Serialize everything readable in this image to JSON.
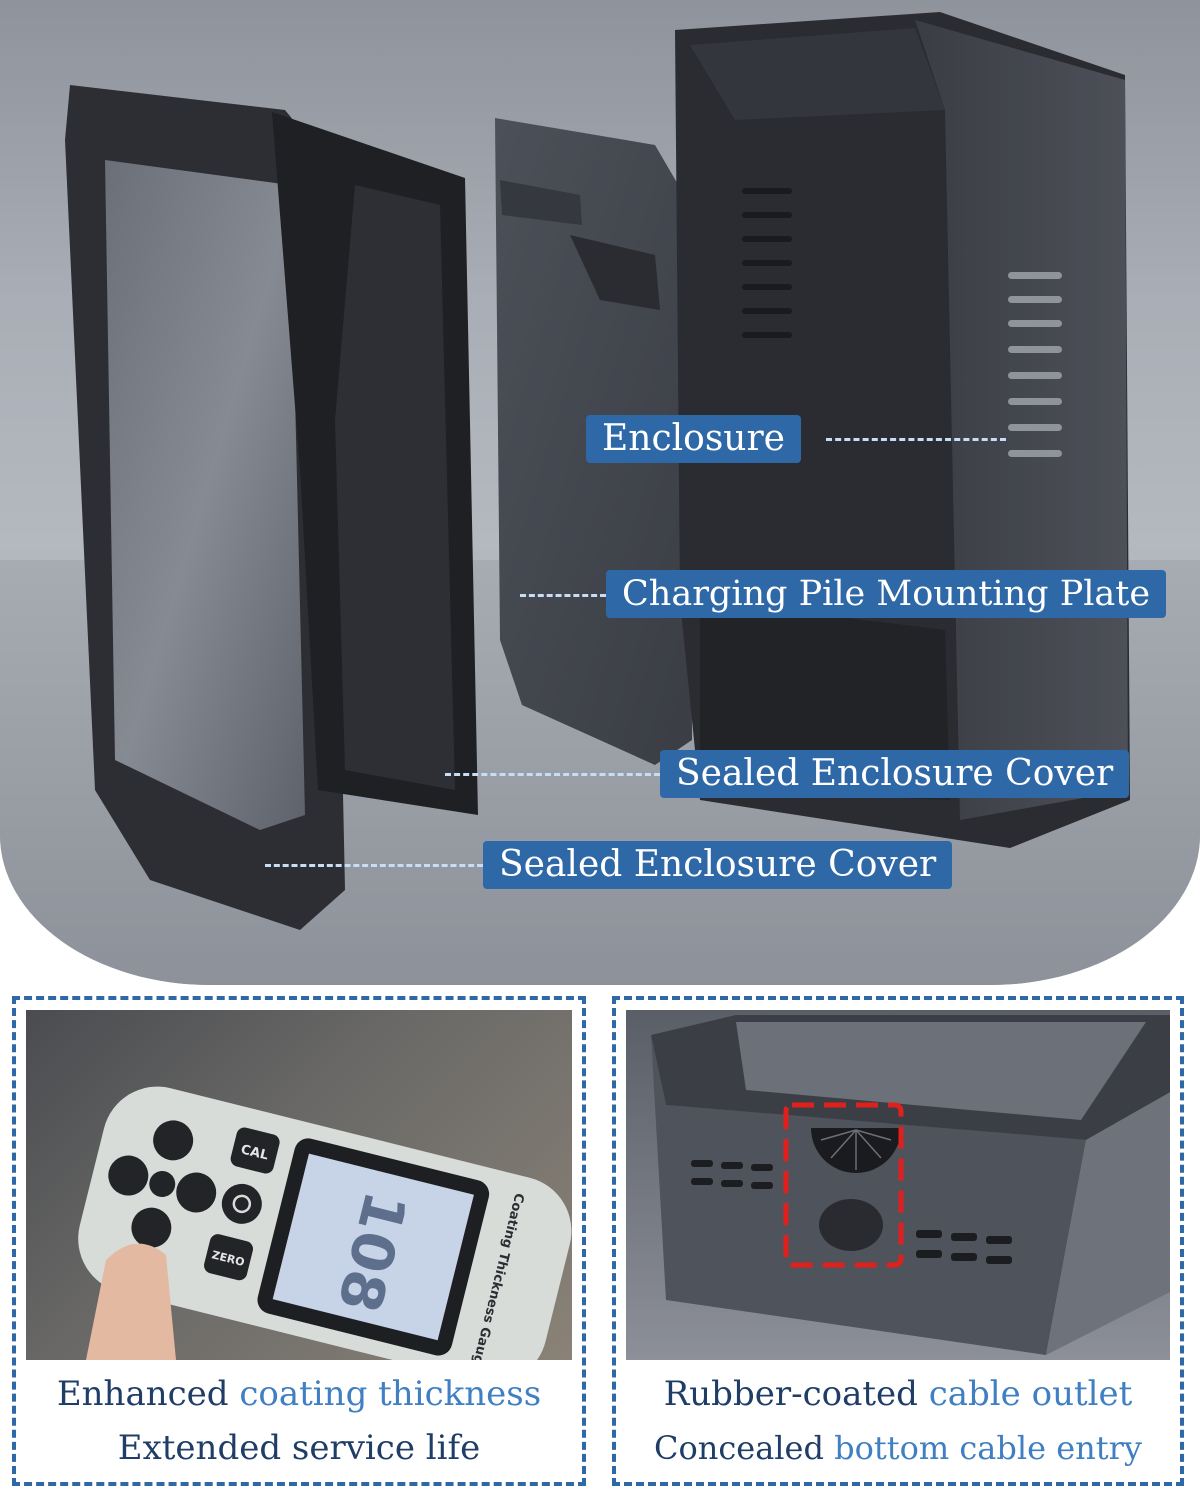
{
  "hero": {
    "labels": {
      "enclosure": "Enclosure",
      "mounting_plate": "Charging Pile Mounting Plate",
      "sealed_cover_inner": "Sealed Enclosure Cover",
      "sealed_cover_outer": "Sealed Enclosure Cover"
    }
  },
  "gauge_panel": {
    "device_buttons": [
      "CAL",
      "ZERO"
    ],
    "device_brand": "Coating Thickness Gauge",
    "device_reading": "108",
    "caption_line1_a": "Enhanced",
    "caption_line1_b": "coating thickness",
    "caption_line2": "Extended service life"
  },
  "cable_panel": {
    "caption_line1_a": "Rubber-coated",
    "caption_line1_b": "cable outlet",
    "caption_line2_a": "Concealed",
    "caption_line2_b": "bottom cable entry"
  },
  "colors": {
    "label_bg": "#2f68a6",
    "dashed_frame": "#2f68a6",
    "caption_dark": "#1f3d66",
    "caption_highlight": "#3f7fc2",
    "highlight_box": "#e0201c"
  }
}
